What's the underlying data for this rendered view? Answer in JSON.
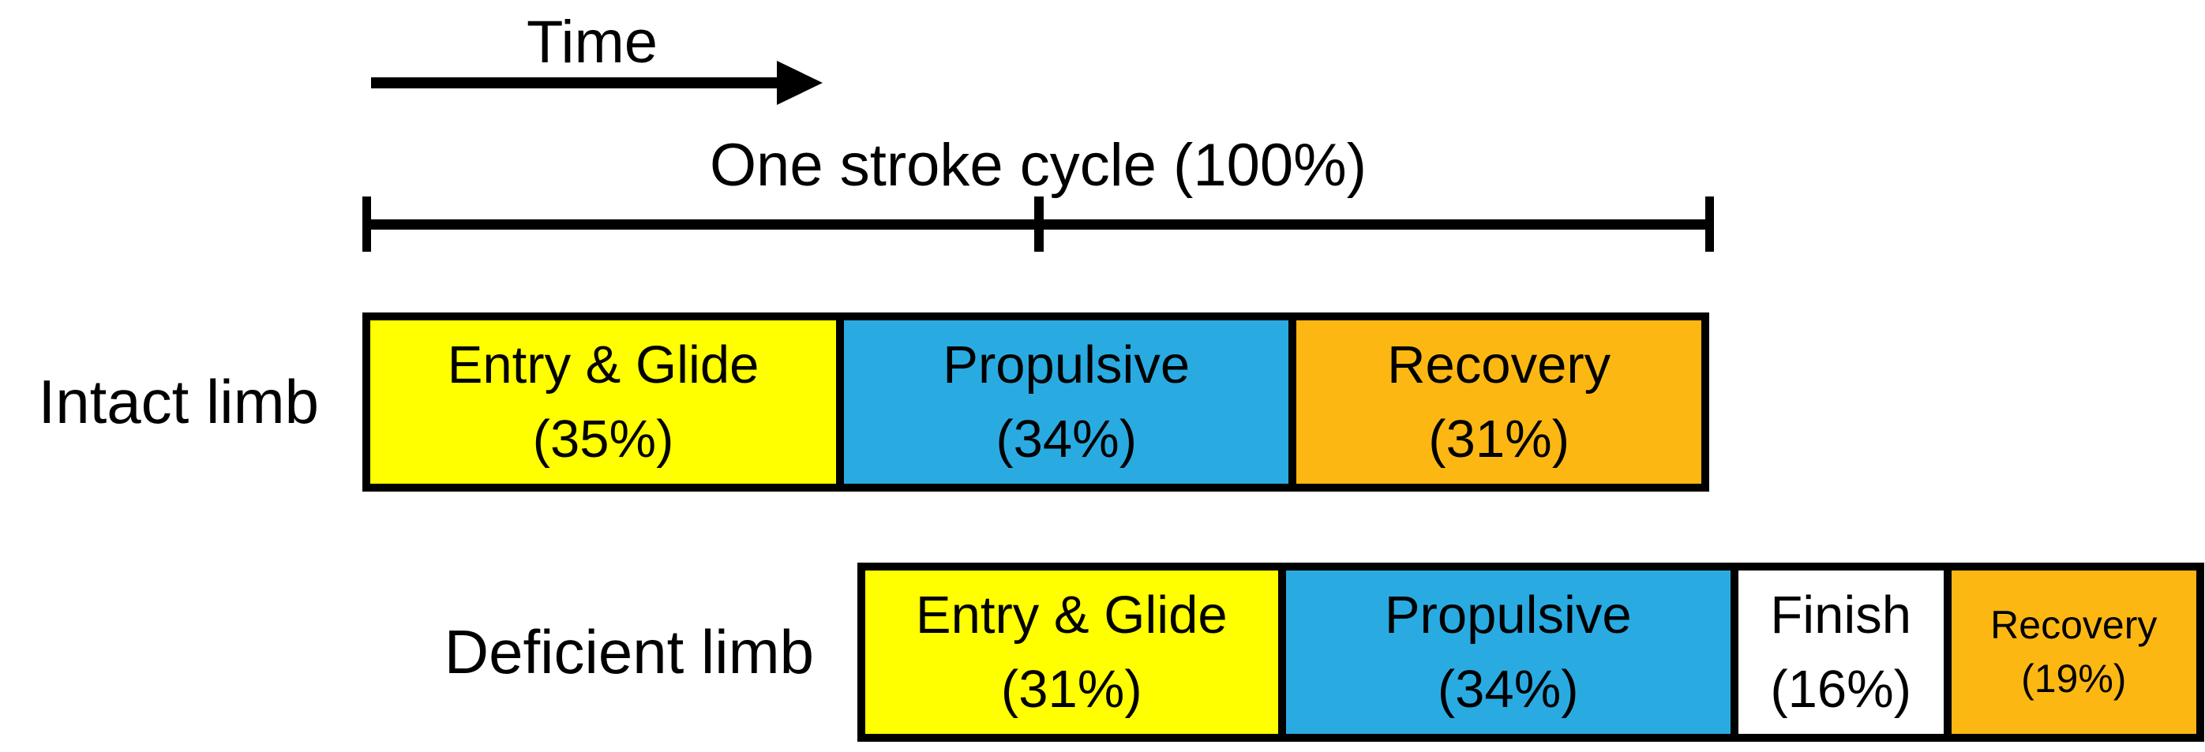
{
  "figure": {
    "time_axis": {
      "label": "Time"
    },
    "cycle": {
      "label": "One stroke cycle (100%)"
    },
    "rows": [
      {
        "label": "Intact limb",
        "start_pct": 0,
        "segments": [
          {
            "name": "Entry & Glide",
            "pct": 35,
            "pct_label": "(35%)",
            "color": "#FFFF00"
          },
          {
            "name": "Propulsive",
            "pct": 34,
            "pct_label": "(34%)",
            "color": "#29ABE2"
          },
          {
            "name": "Recovery",
            "pct": 31,
            "pct_label": "(31%)",
            "color": "#FCB713"
          }
        ]
      },
      {
        "label": "Deficient limb",
        "start_pct": 36.75,
        "segments": [
          {
            "name": "Entry & Glide",
            "pct": 31,
            "pct_label": "(31%)",
            "color": "#FFFF00"
          },
          {
            "name": "Propulsive",
            "pct": 34,
            "pct_label": "(34%)",
            "color": "#29ABE2"
          },
          {
            "name": "Finish",
            "pct": 16,
            "pct_label": "(16%)",
            "color": "#FFFFFF"
          },
          {
            "name": "Recovery",
            "pct": 19,
            "pct_label": "(19%)",
            "color": "#FCB713",
            "small_text": true
          }
        ]
      }
    ]
  },
  "chart_data": {
    "type": "bar",
    "subtype": "horizontal-stacked-timeline",
    "title": "One stroke cycle (100%)",
    "xlabel": "Time",
    "categories": [
      "Intact limb",
      "Deficient limb"
    ],
    "series": [
      {
        "name": "Entry & Glide",
        "values": [
          35,
          31
        ]
      },
      {
        "name": "Propulsive",
        "values": [
          34,
          34
        ]
      },
      {
        "name": "Finish",
        "values": [
          null,
          16
        ]
      },
      {
        "name": "Recovery",
        "values": [
          31,
          19
        ]
      }
    ],
    "phase_colors": {
      "Entry & Glide": "#FFFF00",
      "Propulsive": "#29ABE2",
      "Finish": "#FFFFFF",
      "Recovery": "#FCB713"
    },
    "deficient_bar_offset_pct_of_cycle": 36.75,
    "scale_mid_tick_pct": 50,
    "axis_range_pct": [
      0,
      100
    ],
    "grid": false,
    "legend": false
  }
}
